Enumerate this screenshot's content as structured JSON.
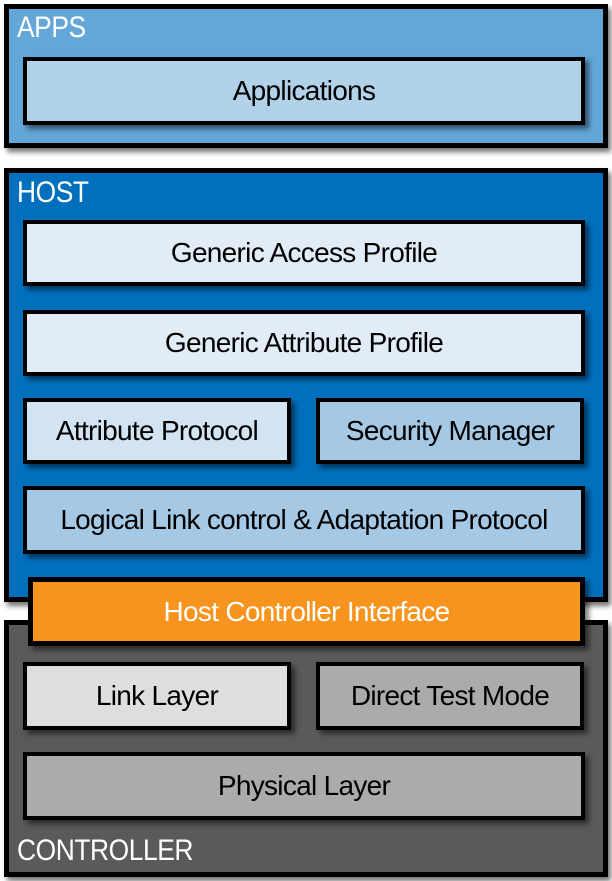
{
  "colors": {
    "apps_panel_bg": "#63a6d7",
    "host_panel_bg": "#0070bd",
    "controller_panel_bg": "#5a5a5a",
    "box_border": "#000000",
    "section_gap": "#ffffff",
    "hci_text": "#ffffff",
    "panel_label_text": "#ffffff",
    "box_text": "#000000"
  },
  "sections": {
    "apps": {
      "label": "APPS",
      "bg": "#63a6d7",
      "boxes": [
        {
          "label": "Applications",
          "fill": "#b2d2ea"
        }
      ]
    },
    "host": {
      "label": "HOST",
      "bg": "#0070bd",
      "boxes": [
        {
          "label": "Generic Access Profile",
          "fill": "#e2ecf6"
        },
        {
          "label": "Generic Attribute Profile",
          "fill": "#e2ecf6"
        },
        {
          "label": "Attribute Protocol",
          "fill": "#d2e3f1"
        },
        {
          "label": "Security Manager",
          "fill": "#a5c9e5"
        },
        {
          "label": "Logical Link control & Adaptation Protocol",
          "fill": "#a5c9e5"
        }
      ]
    },
    "hci": {
      "label": "Host Controller Interface",
      "fill": "#f7941e"
    },
    "controller": {
      "label": "CONTROLLER",
      "bg": "#5a5a5a",
      "boxes": [
        {
          "label": "Link Layer",
          "fill": "#dedede"
        },
        {
          "label": "Direct Test Mode",
          "fill": "#ababab"
        },
        {
          "label": "Physical Layer",
          "fill": "#ababab"
        }
      ]
    }
  }
}
